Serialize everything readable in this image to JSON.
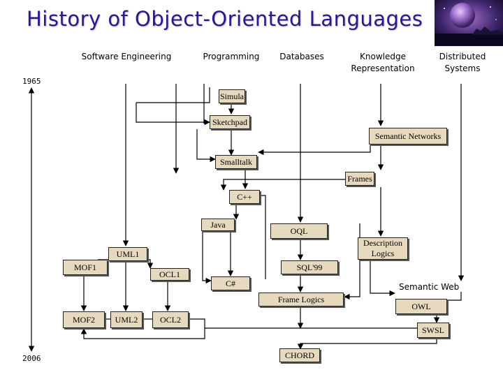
{
  "title": "History of Object-Oriented Languages",
  "columns": {
    "software_engineering": "Software Engineering",
    "programming": "Programming",
    "databases": "Databases",
    "knowledge_representation": "Knowledge Representation",
    "distributed_systems": "Distributed Systems"
  },
  "timeline": {
    "start_year": "1965",
    "end_year": "2006"
  },
  "nodes": {
    "simula": "Simula",
    "sketchpad": "Sketchpad",
    "semantic_networks": "Semantic Networks",
    "smalltalk": "Smalltalk",
    "frames": "Frames",
    "cpp": "C++",
    "java": "Java",
    "oql": "OQL",
    "description_logics": "Description Logics",
    "uml1": "UML1",
    "mof1": "MOF1",
    "sql99": "SQL'99",
    "ocl1": "OCL1",
    "csharp": "C#",
    "semantic_web": "Semantic Web",
    "frame_logics": "Frame Logics",
    "owl": "OWL",
    "mof2": "MOF2",
    "uml2": "UML2",
    "ocl2": "OCL2",
    "swsl": "SWSL",
    "chord": "CHORD"
  },
  "colors": {
    "title": "#2b1a86",
    "box_fill": "#e6d9bd",
    "line": "#000000"
  }
}
